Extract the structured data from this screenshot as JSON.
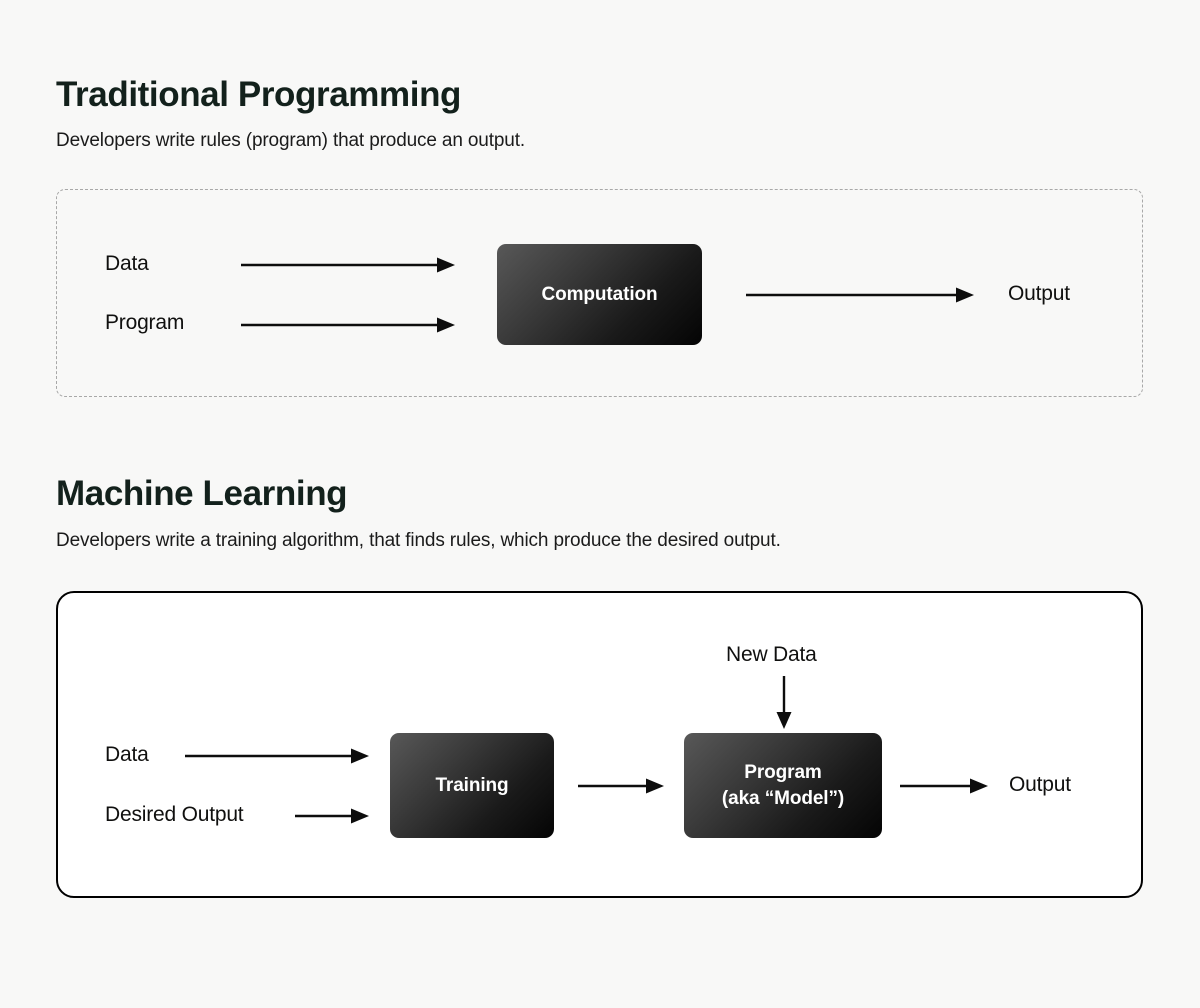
{
  "background_color": "#f8f8f7",
  "accent_text_color": "#13211c",
  "node_gradient": [
    "#585858",
    "#040404"
  ],
  "sections": [
    {
      "id": "traditional-programming",
      "title": "Traditional Programming",
      "subtitle": "Developers write rules (program) that produce an output.",
      "panel_border": "dashed",
      "inputs": [
        "Data",
        "Program"
      ],
      "process": "Computation",
      "output": "Output"
    },
    {
      "id": "machine-learning",
      "title": "Machine Learning",
      "subtitle": "Developers write a training algorithm, that finds rules, which produce the desired output.",
      "panel_border": "solid",
      "inputs": [
        "Data",
        "Desired Output"
      ],
      "process": "Training",
      "model_line1": "Program",
      "model_line2": "(aka “Model”)",
      "new_data": "New Data",
      "output": "Output"
    }
  ],
  "chart_data": {
    "type": "diagram",
    "title": "Traditional Programming vs Machine Learning",
    "flows": [
      {
        "section": "Traditional Programming",
        "nodes": [
          "Data",
          "Program",
          "Computation",
          "Output"
        ],
        "edges": [
          {
            "from": "Data",
            "to": "Computation"
          },
          {
            "from": "Program",
            "to": "Computation"
          },
          {
            "from": "Computation",
            "to": "Output"
          }
        ]
      },
      {
        "section": "Machine Learning",
        "nodes": [
          "Data",
          "Desired Output",
          "Training",
          "Program (aka “Model”)",
          "New Data",
          "Output"
        ],
        "edges": [
          {
            "from": "Data",
            "to": "Training"
          },
          {
            "from": "Desired Output",
            "to": "Training"
          },
          {
            "from": "Training",
            "to": "Program (aka “Model”)"
          },
          {
            "from": "New Data",
            "to": "Program (aka “Model”)"
          },
          {
            "from": "Program (aka “Model”)",
            "to": "Output"
          }
        ]
      }
    ]
  }
}
